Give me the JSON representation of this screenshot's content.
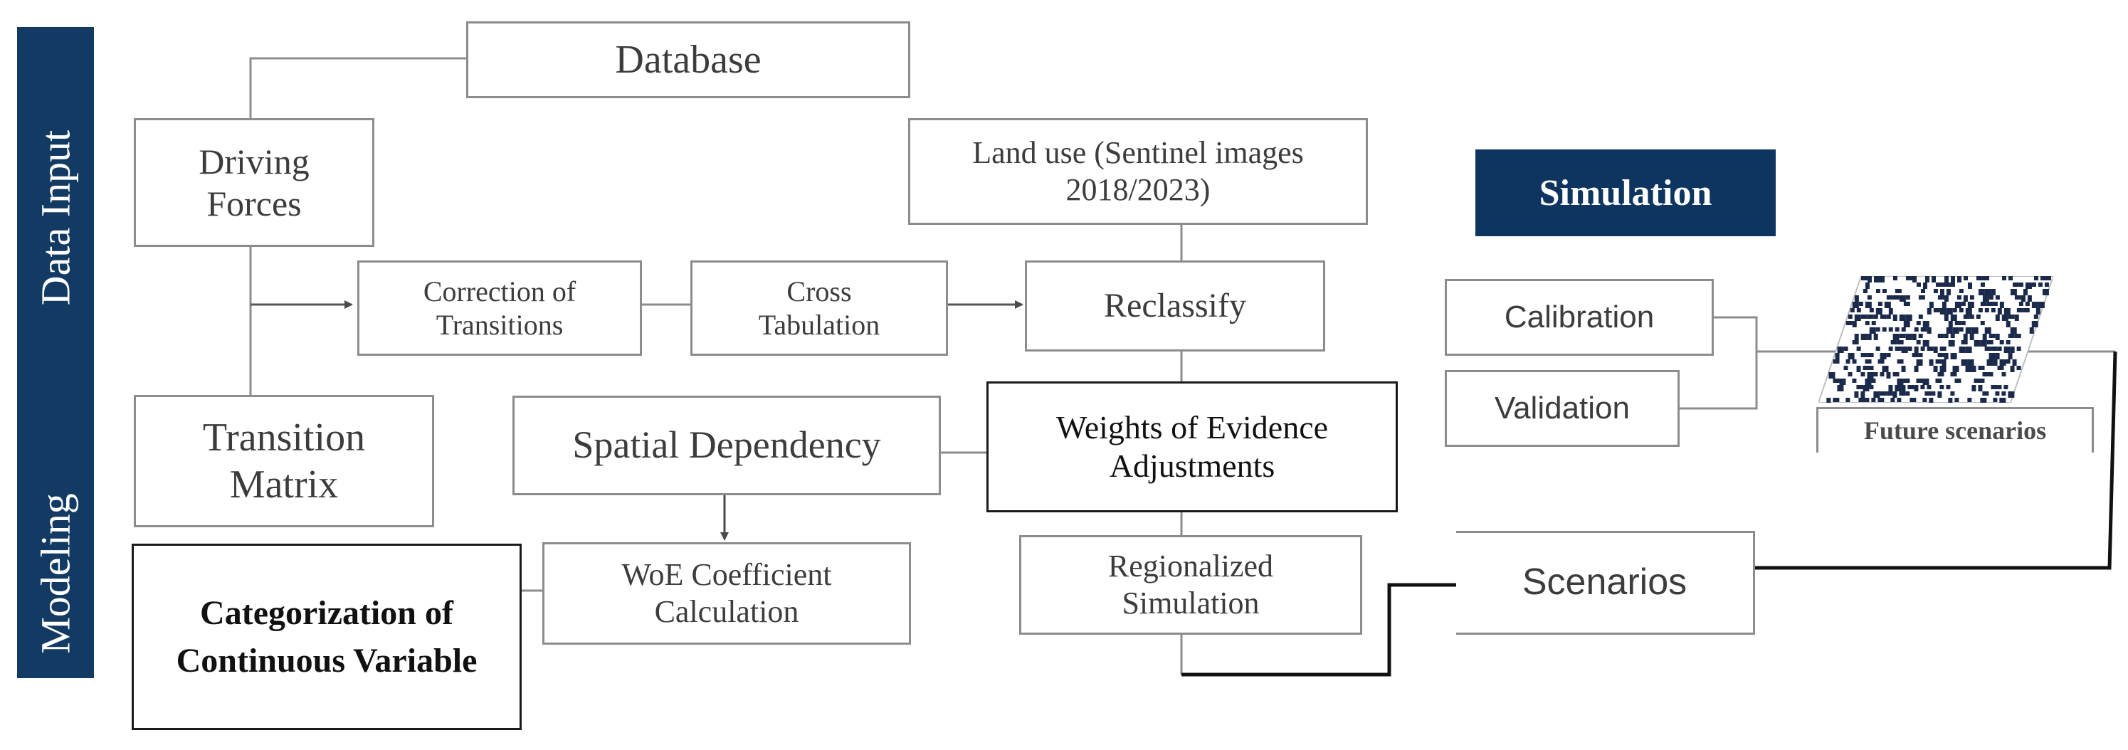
{
  "sidebar": {
    "top_label": "Data Input",
    "bottom_label": "Modeling",
    "color": "#123a63"
  },
  "simulation": {
    "title": "Simulation",
    "color": "#0e3460",
    "calibration": "Calibration",
    "validation": "Validation",
    "future_scenarios": "Future scenarios",
    "future_scenarios_icon": "map-grid-icon"
  },
  "nodes": {
    "database": "Database",
    "driving_forces": "Driving Forces",
    "land_use": "Land use (Sentinel images 2018/2023)",
    "correction_of_transitions": "Correction of Transitions",
    "cross_tabulation": "Cross Tabulation",
    "reclassify": "Reclassify",
    "transition_matrix": "Transition Matrix",
    "spatial_dependency": "Spatial Dependency",
    "weights_of_evidence": "Weights of Evidence Adjustments",
    "categorization": "Categorization of Continuous Variable",
    "woe_coefficient": "WoE Coefficient Calculation",
    "regionalized_simulation": "Regionalized Simulation",
    "scenarios": "Scenarios"
  }
}
